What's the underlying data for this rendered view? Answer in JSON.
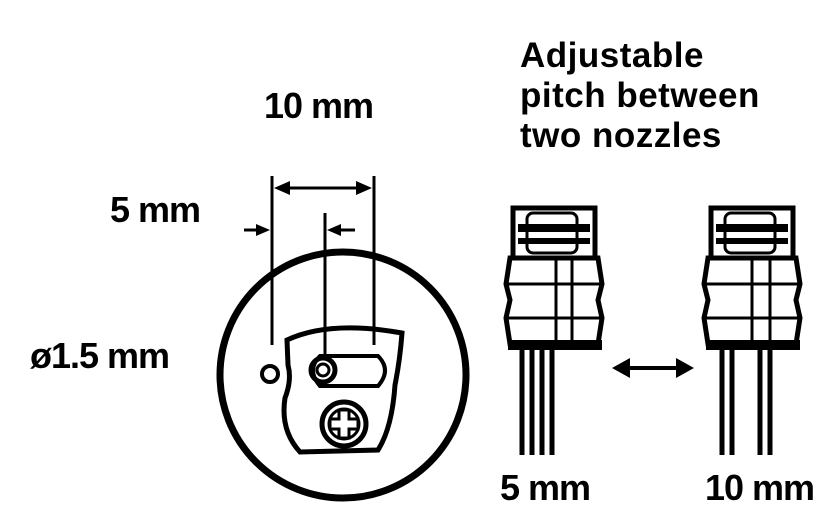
{
  "heading": {
    "line1": "Adjustable",
    "line2": "pitch between",
    "line3": "two nozzles"
  },
  "dimensions": {
    "top_width": "10 mm",
    "half_width": "5 mm",
    "diameter": "ø1.5 mm"
  },
  "captions": {
    "nozzle_left": "5 mm",
    "nozzle_right": "10 mm"
  },
  "icons": {
    "adjust_arrow": "double-arrow-icon",
    "screw": "phillips-screw-icon"
  }
}
